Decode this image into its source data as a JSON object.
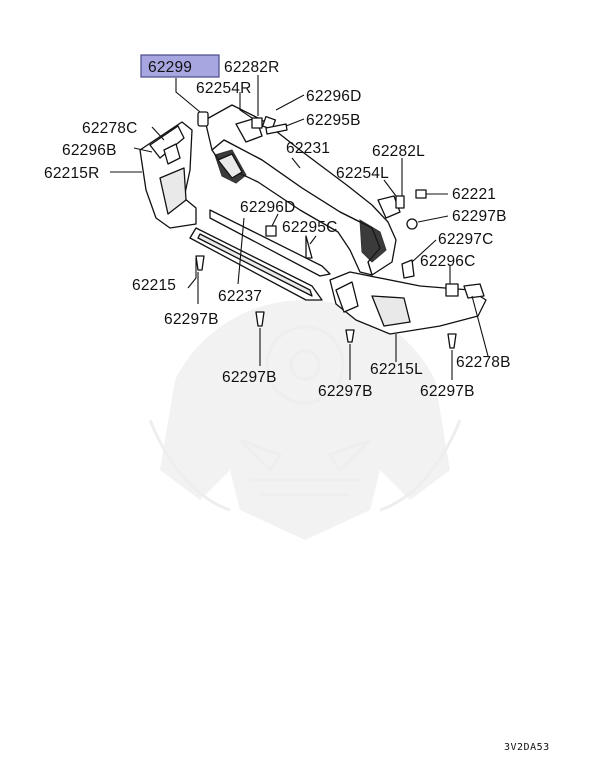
{
  "highlight": {
    "part_number": "62299",
    "fill": "#a7a6e0",
    "border": "#4a4a8a"
  },
  "labels": {
    "p62282R": "62282R",
    "p62254R": "62254R",
    "p62296D_top": "62296D",
    "p62295B": "62295B",
    "p62278C": "62278C",
    "p62296B": "62296B",
    "p62215R": "62215R",
    "p62231": "62231",
    "p62282L": "62282L",
    "p62254L": "62254L",
    "p62221": "62221",
    "p62297B_right": "62297B",
    "p62296D_mid": "62296D",
    "p62295C": "62295C",
    "p62297C": "62297C",
    "p62296C": "62296C",
    "p62215": "62215",
    "p62237": "62237",
    "p62297B_left": "62297B",
    "p62278B": "62278B",
    "p62215L": "62215L",
    "p62297B_bottom_mid": "62297B",
    "p62297B_bottom_center": "62297B",
    "p62297B_bottom_right": "62297B"
  },
  "diagram_code": "3V2DA53"
}
